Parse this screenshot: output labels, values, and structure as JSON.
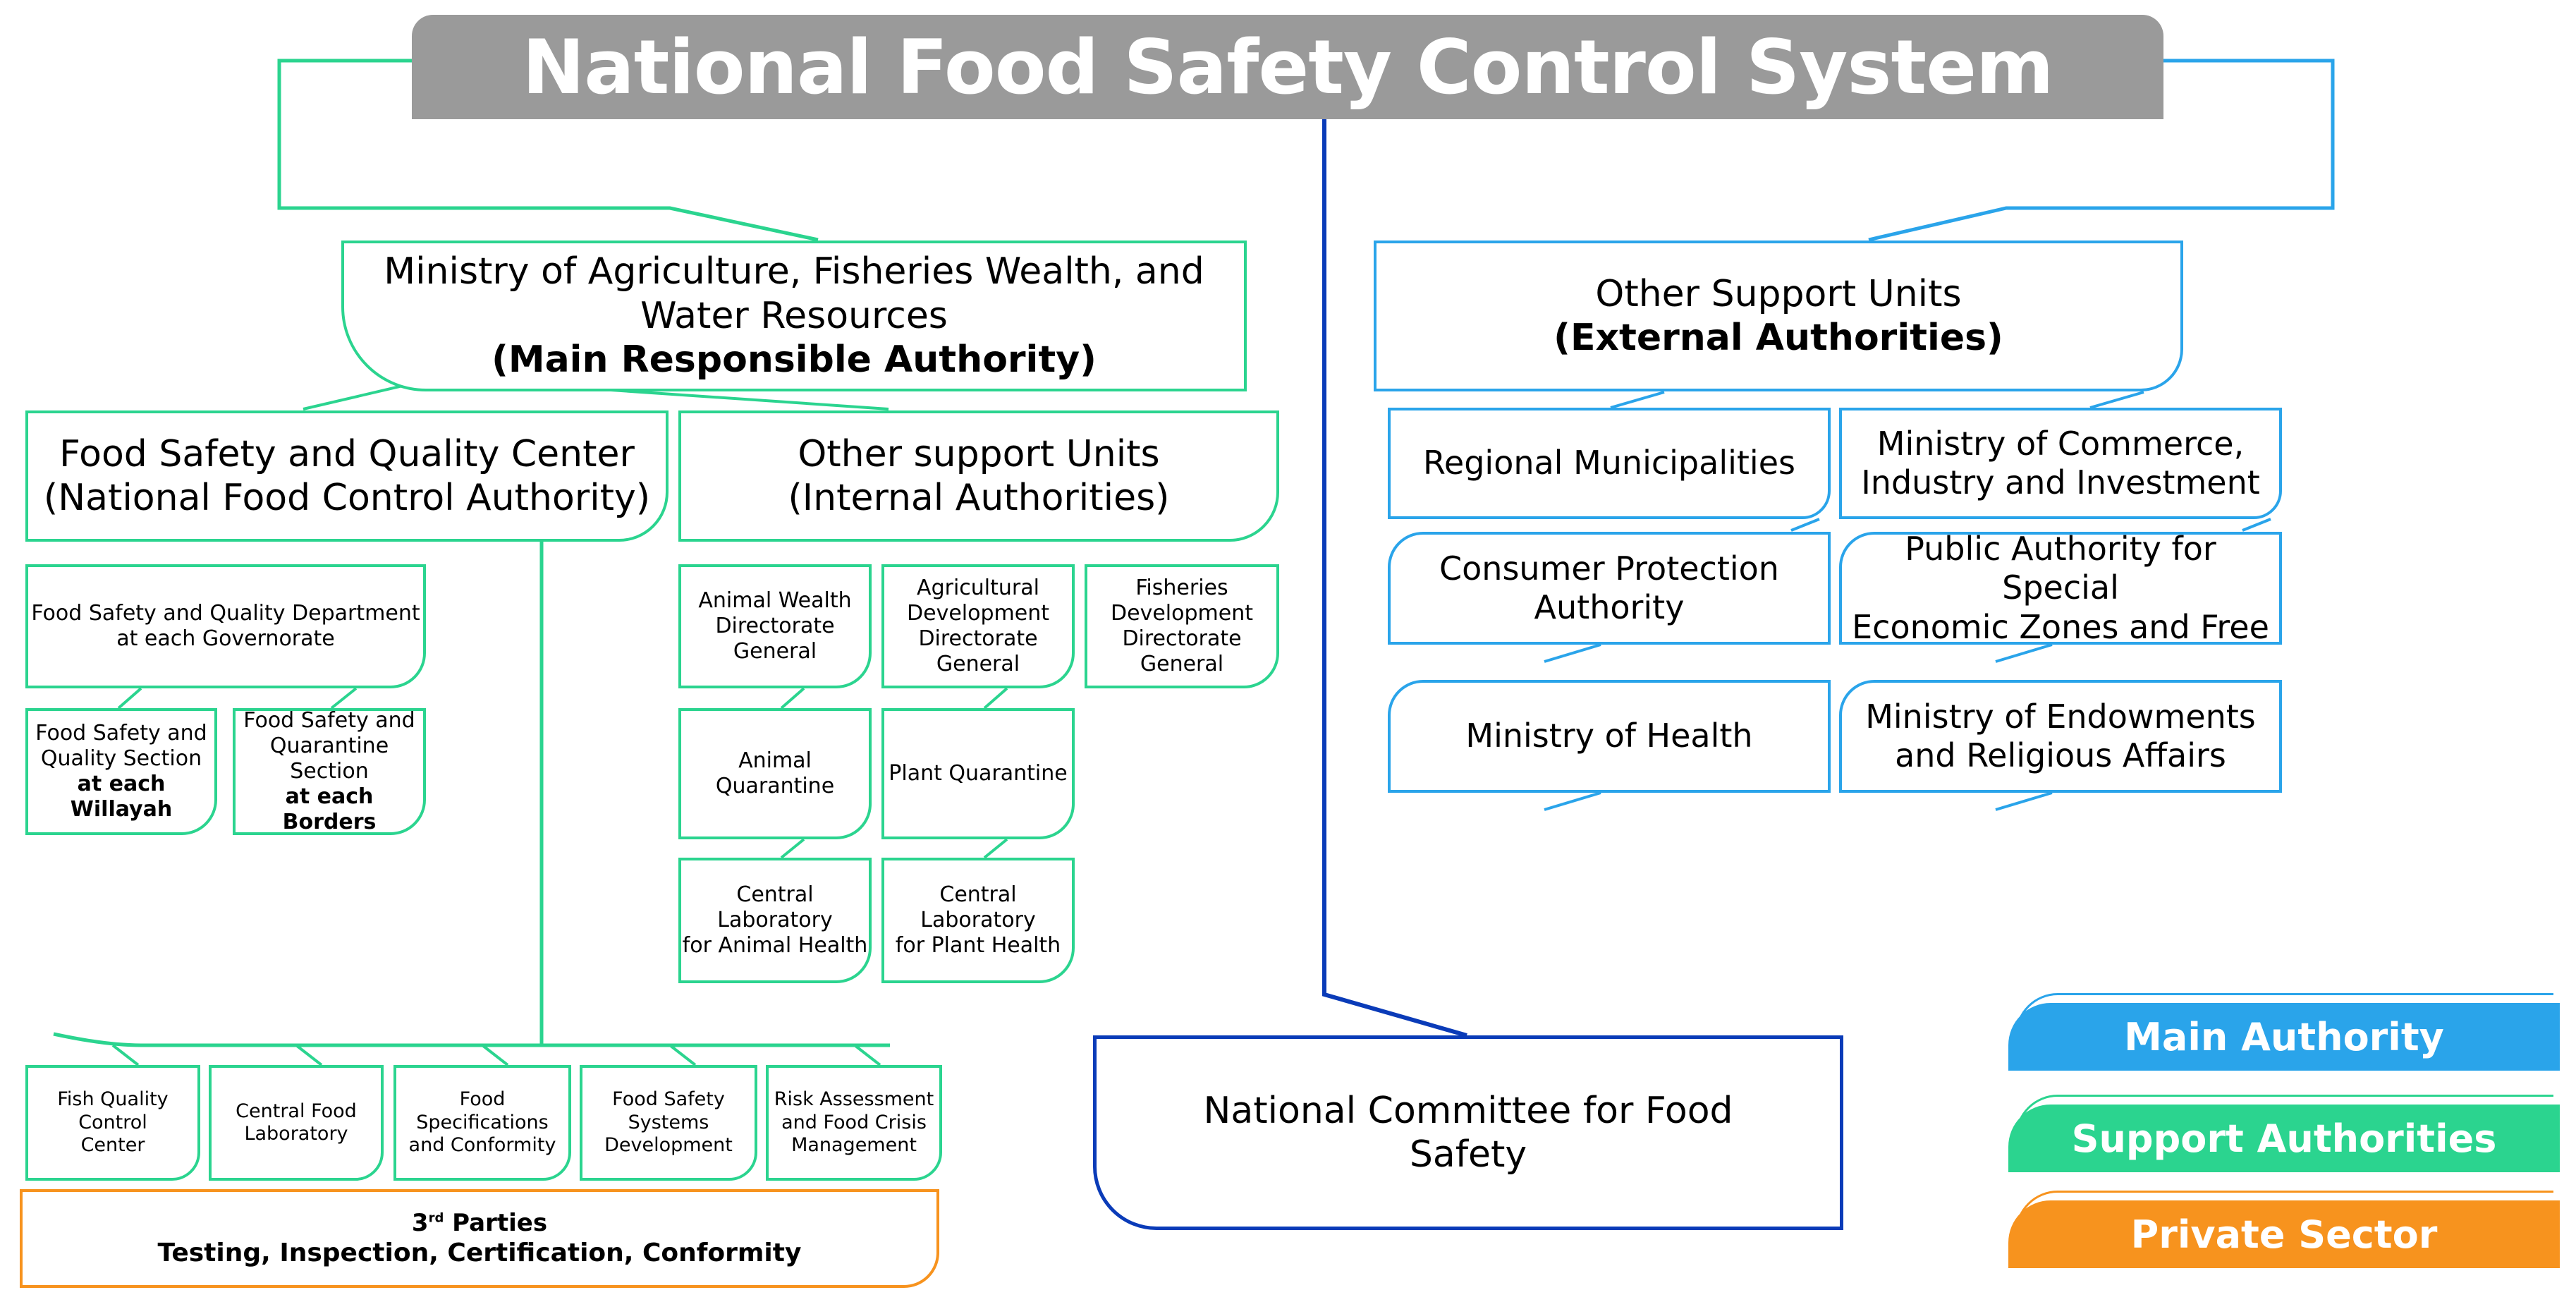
{
  "title": "National Food Safety Control System",
  "ministry": {
    "line1": "Ministry of Agriculture, Fisheries Wealth, and",
    "line2": "Water Resources",
    "role": "(Main Responsible Authority)"
  },
  "external": {
    "line1": "Other Support Units",
    "role": "(External Authorities)",
    "units": [
      [
        "Regional Municipalities"
      ],
      [
        "Ministry of Commerce,",
        "Industry and Investment"
      ],
      [
        "Consumer Protection",
        "Authority"
      ],
      [
        "Public Authority for Special",
        "Economic Zones and Free"
      ],
      [
        "Ministry of Health"
      ],
      [
        "Ministry of Endowments",
        "and Religious Affairs"
      ]
    ]
  },
  "fsqc": {
    "line1": "Food Safety and Quality Center",
    "line2": "(National Food Control Authority)",
    "department": [
      "Food Safety and Quality Department",
      "at each Governorate"
    ],
    "section_willayah": [
      "Food Safety and",
      "Quality Section",
      "at each Willayah"
    ],
    "section_borders": [
      "Food Safety and",
      "Quarantine Section",
      "at each Borders"
    ]
  },
  "internal": {
    "line1": "Other support Units",
    "line2": "(Internal Authorities)",
    "animal_wealth": [
      "Animal Wealth",
      "Directorate",
      "General"
    ],
    "agri_dev": [
      "Agricultural",
      "Development",
      "Directorate",
      "General"
    ],
    "fisheries": [
      "Fisheries",
      "Development",
      "Directorate",
      "General"
    ],
    "animal_quarantine": [
      "Animal",
      "Quarantine"
    ],
    "plant_quarantine": [
      "Plant Quarantine"
    ],
    "lab_animal": [
      "Central Laboratory",
      "for Animal Health"
    ],
    "lab_plant": [
      "Central Laboratory",
      "for Plant Health"
    ]
  },
  "bottom_units": [
    [
      "Fish Quality Control",
      "Center"
    ],
    [
      "Central Food",
      "Laboratory"
    ],
    [
      "Food Specifications",
      "and Conformity"
    ],
    [
      "Food Safety",
      "Systems",
      "Development"
    ],
    [
      "Risk Assessment",
      "and Food Crisis",
      "Management"
    ]
  ],
  "third_parties": {
    "prefix": "3",
    "sup": "rd",
    "suffix": "Parties",
    "line2": "Testing, Inspection, Certification, Conformity"
  },
  "committee": [
    "National Committee for Food",
    "Safety"
  ],
  "legend": {
    "main": "Main Authority",
    "support": "Support Authorities",
    "private": "Private Sector"
  },
  "colors": {
    "main": "#2aa4ea",
    "support": "#2bd48f",
    "private": "#f7931e",
    "committee": "#0a3bb8",
    "title_bar": "#9a9a9a"
  }
}
